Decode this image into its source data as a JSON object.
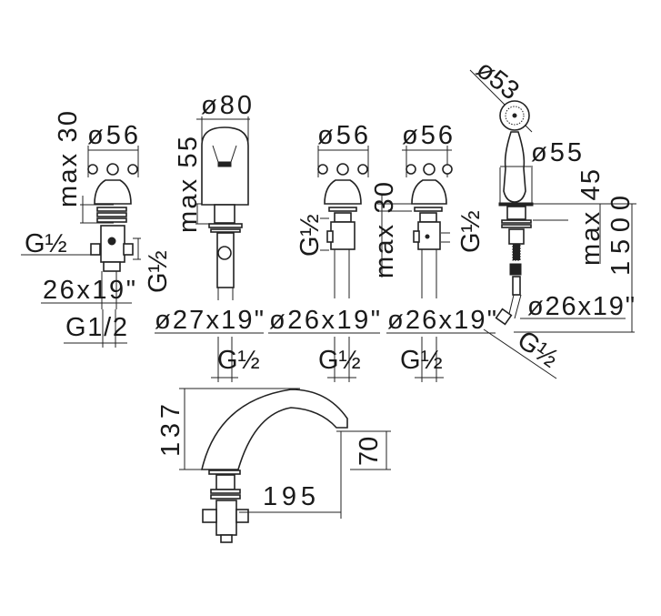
{
  "drawing": {
    "basin_valve_left": {
      "handle_dia": "ø56",
      "height": "max 30",
      "side_thread": "G½",
      "side_thread_vertical": "G½",
      "tube": "26x19\"",
      "bottom_thread": "G1/2"
    },
    "spout": {
      "top_dia": "ø80",
      "height": "max 55",
      "tube": "ø27x19\"",
      "bottom_thread": "G½"
    },
    "valve_middle": {
      "handle_dia": "ø56",
      "side_thread": "G½",
      "tube": "ø26x19\"",
      "bottom_thread": "G½"
    },
    "valve_right": {
      "handle_dia": "ø56",
      "height": "max 30",
      "side_thread": "G½",
      "tube": "ø26x19\"",
      "bottom_thread": "G½"
    },
    "hand_shower": {
      "head_dia": "ø53",
      "holder_dia": "ø55",
      "height": "max 45",
      "hose_length": "1500",
      "tube": "ø26x19\"",
      "bottom_thread": "G½"
    },
    "spout_side_view": {
      "height": "137",
      "outlet_height": "70",
      "reach": "195"
    }
  }
}
